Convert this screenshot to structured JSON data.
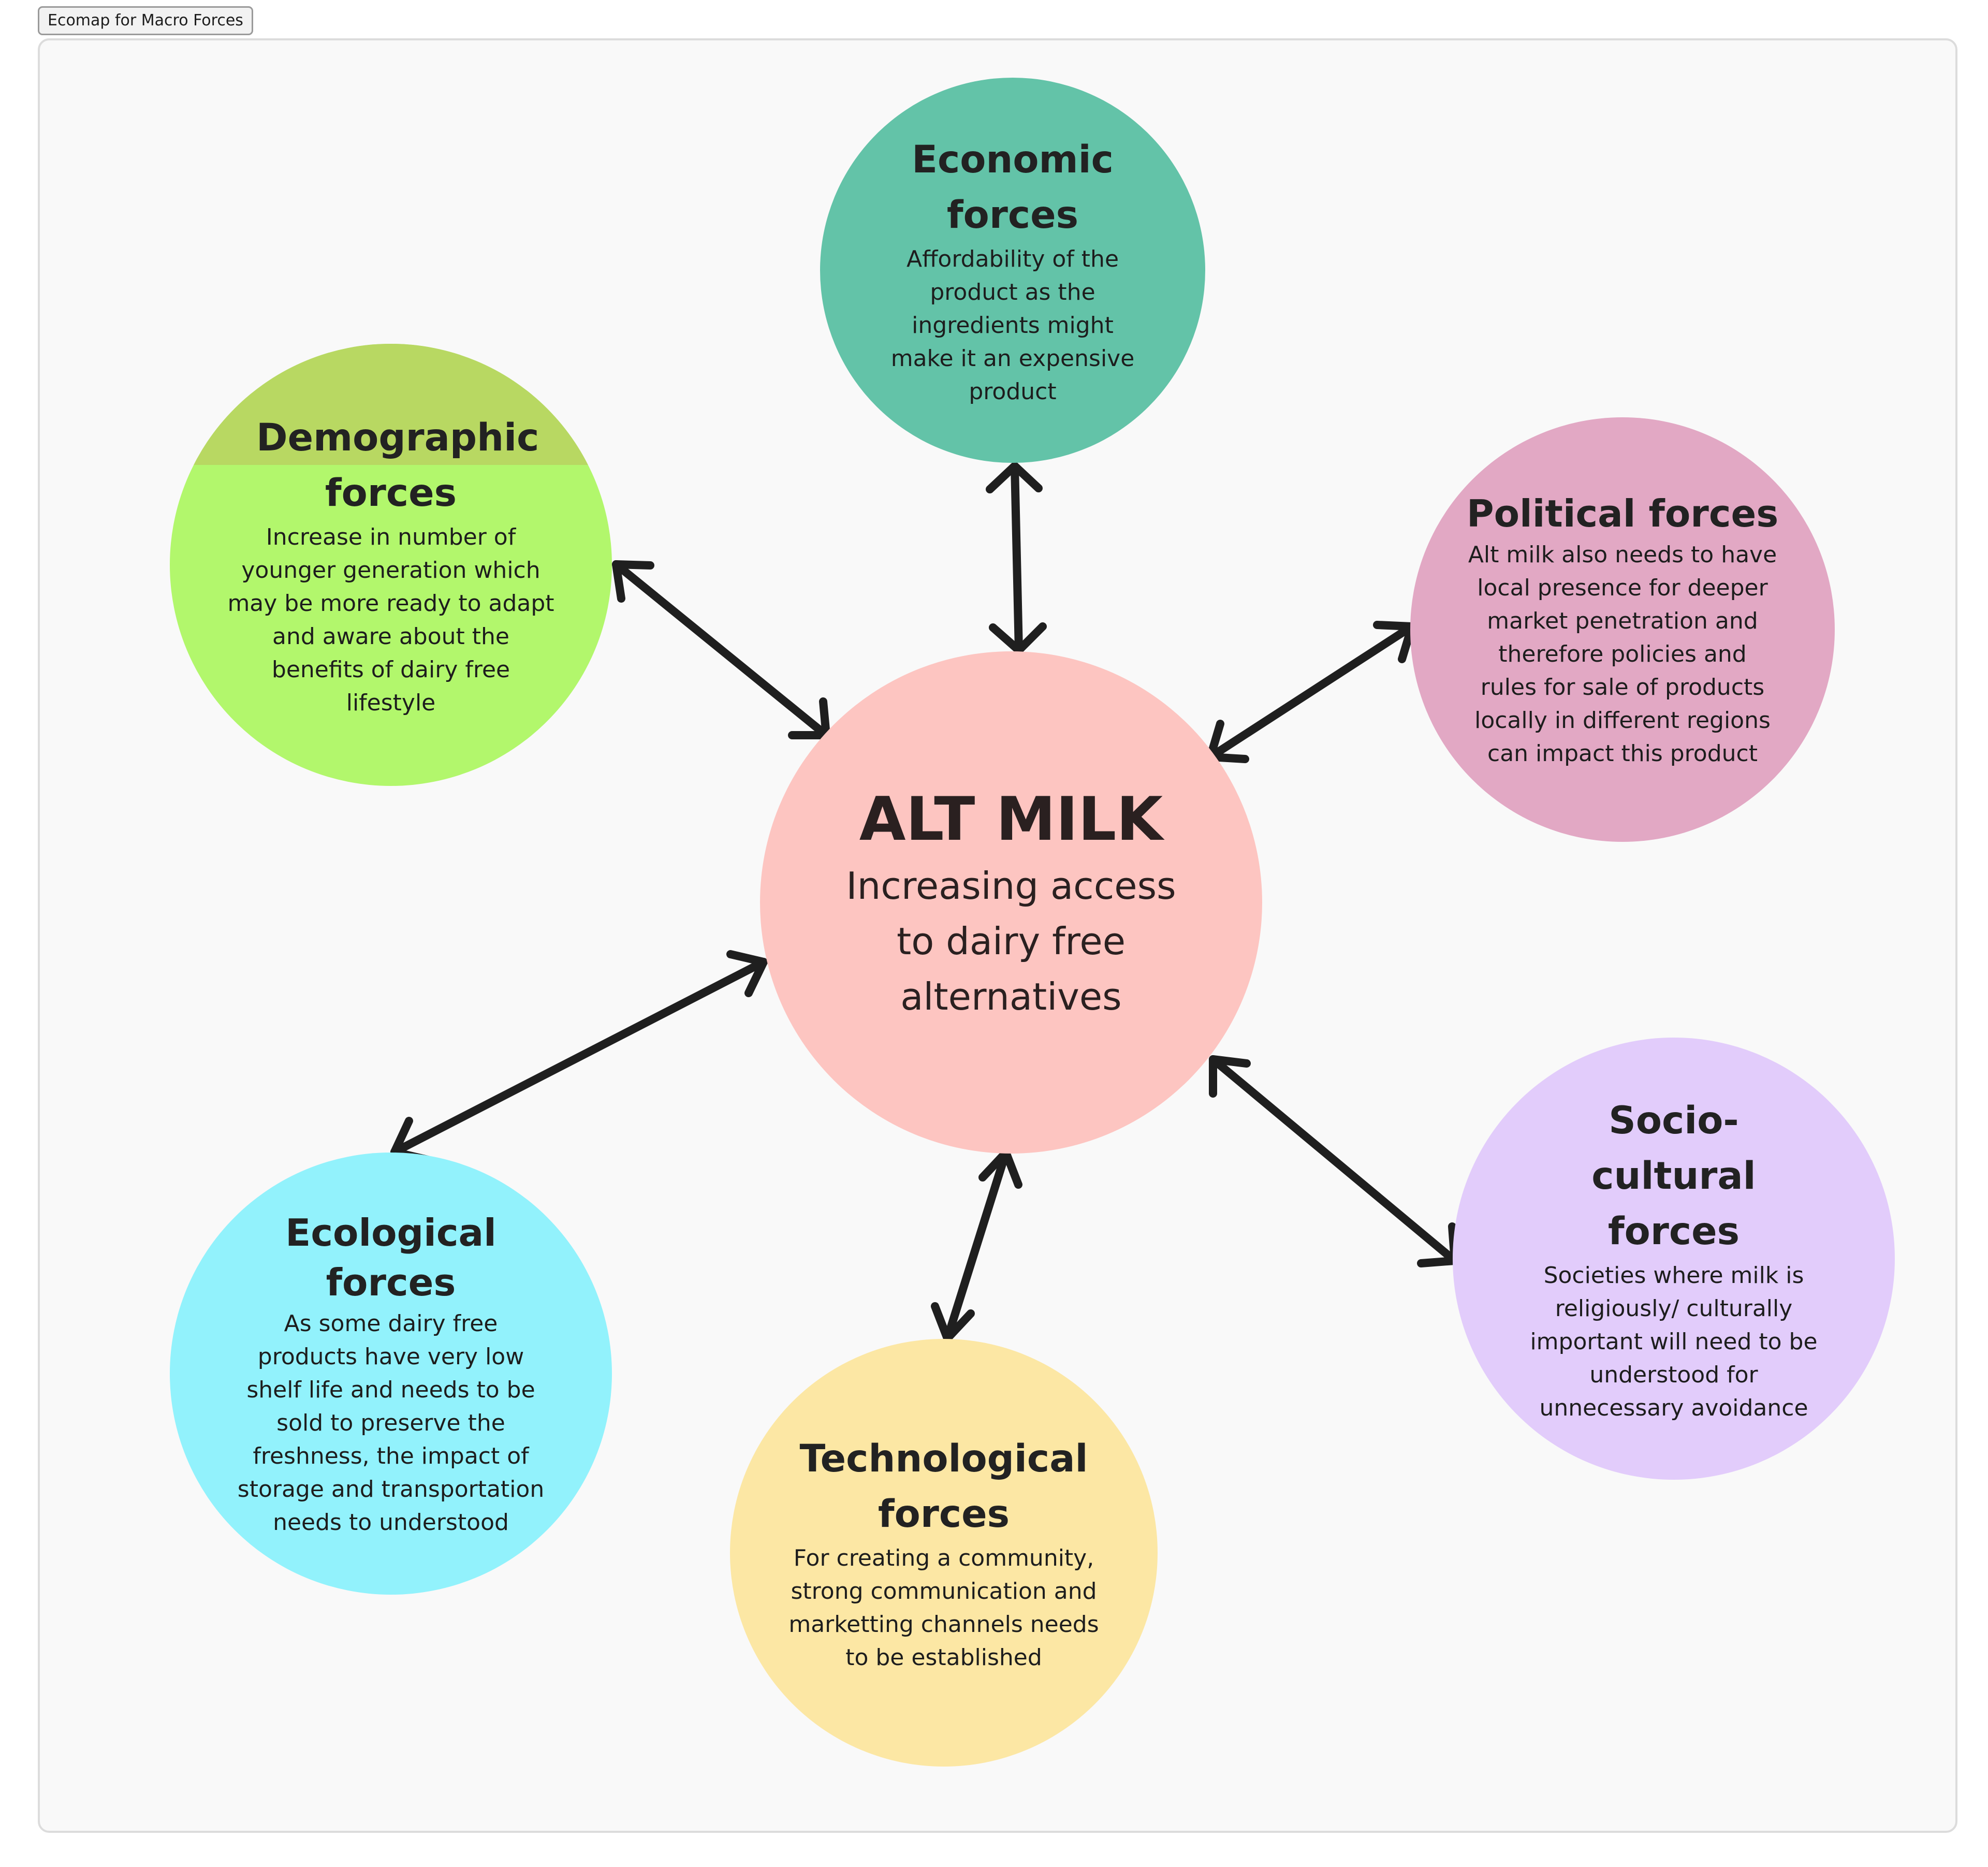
{
  "frame": {
    "label": "Ecomap for Macro Forces"
  },
  "colors": {
    "center": "#fdc5c1",
    "economic": "#63c3a8",
    "demographic": "#b2f76c",
    "demographic_cap": "#b8d862",
    "political": "#e2a8c4",
    "social": "#e2ccfb",
    "ecological": "#92f2fc",
    "technological": "#fce7a4",
    "arrow": "#1f1f1f"
  },
  "center": {
    "title": "ALT MILK",
    "subtitle": "Increasing access to dairy free alternatives"
  },
  "forces": {
    "economic": {
      "title": "Economic forces",
      "body": "Affordability of the product as the ingredients might make it an expensive product"
    },
    "demographic": {
      "title": "Demographic forces",
      "body": "Increase in number of younger generation which may be more ready to adapt and aware about the benefits of dairy free lifestyle"
    },
    "political": {
      "title": "Political forces",
      "body": "Alt milk also needs to have local presence for deeper market penetration and therefore policies and rules for sale of products locally in different regions can impact this product"
    },
    "social": {
      "title": "Socio-cultural forces",
      "body": "Societies where milk is religiously/ culturally important will need to be understood for unnecessary avoidance"
    },
    "ecological": {
      "title": "Ecological forces",
      "body": "As some dairy free products have very low shelf life and needs to be sold to preserve the freshness, the impact of storage and transportation needs to understood"
    },
    "technological": {
      "title": "Technological forces",
      "body": "For creating a community, strong communication and marketting channels needs to be established"
    }
  }
}
